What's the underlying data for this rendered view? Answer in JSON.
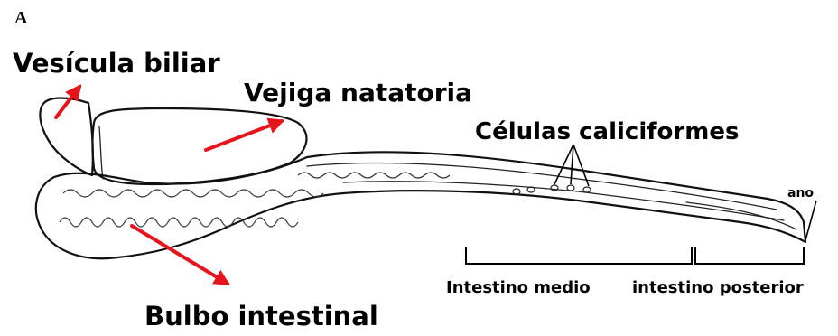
{
  "panel_label": "A",
  "labels": {
    "gallbladder": "Vesícula biliar",
    "swim_bladder": "Vejiga natatoria",
    "goblet_cells": "Células caliciformes",
    "intestinal_bulb": "Bulbo intestinal",
    "mid_intestine": "Intestino medio",
    "posterior_intestine": "intestino posterior",
    "anus": "ano"
  },
  "colors": {
    "arrow": "#e8141b",
    "line": "#111111",
    "background": "#ffffff"
  }
}
